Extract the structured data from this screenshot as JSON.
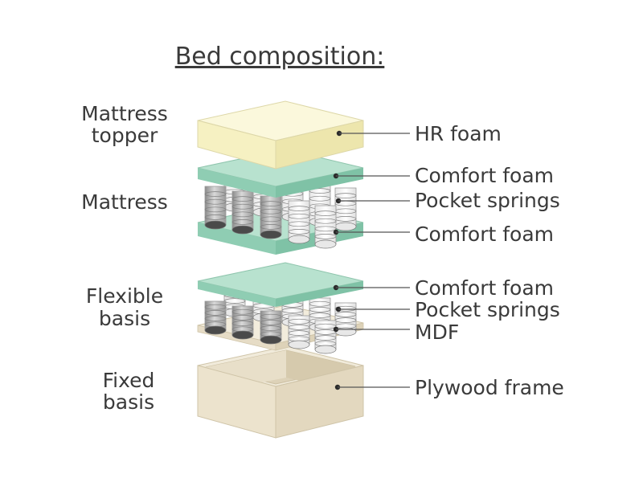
{
  "title": "Bed composition:",
  "groups": {
    "topper": {
      "line1": "Mattress",
      "line2": "topper"
    },
    "mattress": {
      "line1": "Mattress"
    },
    "flexible": {
      "line1": "Flexible",
      "line2": "basis"
    },
    "fixed": {
      "line1": "Fixed",
      "line2": "basis"
    }
  },
  "parts": {
    "hr_foam": "HR foam",
    "comfort_foam_1": "Comfort foam",
    "pocket_springs_1": "Pocket springs",
    "comfort_foam_2": "Comfort foam",
    "comfort_foam_3": "Comfort foam",
    "pocket_springs_2": "Pocket springs",
    "mdf": "MDF",
    "plywood_frame": "Plywood frame"
  },
  "colors": {
    "hr_foam": "#f6f2c6",
    "comfort_foam": "#9fd5be",
    "mdf": "#e6dcc6",
    "plywood": "#e9dfc8",
    "springs": "#d8d8d8"
  }
}
